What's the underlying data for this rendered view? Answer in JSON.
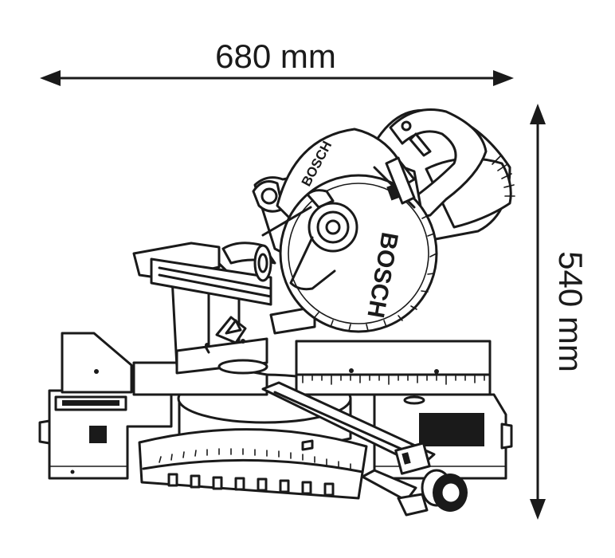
{
  "dimensions": {
    "width_label": "680 mm",
    "height_label": "540 mm"
  },
  "brand": {
    "blade_text": "BOSCH",
    "guard_text": "BOSCH"
  },
  "colors": {
    "line": "#1a1a1a",
    "background": "#ffffff"
  }
}
